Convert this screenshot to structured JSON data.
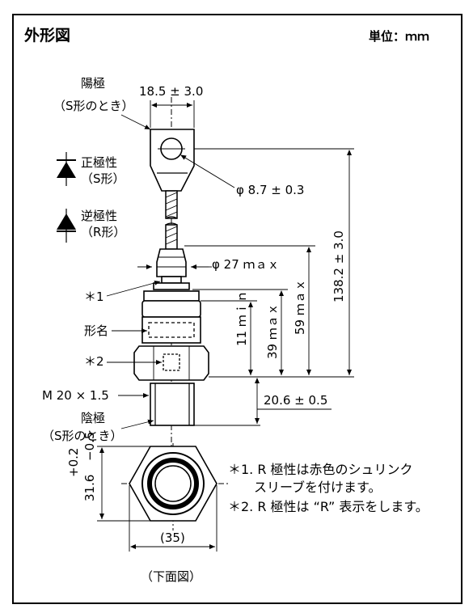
{
  "title": "外形図",
  "unit_label": "単位：ｍｍ",
  "labels": {
    "anode": "陽極",
    "anode_cond": "（S形のとき）",
    "forward": "正極性",
    "forward_s": "（S形）",
    "reverse": "逆極性",
    "reverse_r": "（R形）",
    "marker1": "＊1",
    "type_name": "形名",
    "marker2": "＊2",
    "thread": "M 20 × 1.5",
    "cathode": "陰極",
    "cathode_cond": "（S形のとき）",
    "bottom_view": "（下面図）"
  },
  "dimensions": {
    "top_width": "18.5 ± 3.0",
    "hole_dia": "φ 8.7 ± 0.3",
    "dia27": "φ 27 ｍａｘ",
    "total_len": "138.2 ± 3.0",
    "len59": "59 ｍａｘ",
    "len39": "39 ｍａｘ",
    "len11": "11 ｍｉｎ",
    "len20_6": "20.6 ± 0.5",
    "hex_height": "31.6",
    "tol_plus": "+0.2",
    "tol_minus": "−0.5",
    "hex_width": "(35)"
  },
  "notes": {
    "n1_line1": "＊1. R 極性は赤色のシュリンク",
    "n1_line2": "スリーブを付けます。",
    "n2": "＊2. R 極性は “R” 表示をします。"
  }
}
